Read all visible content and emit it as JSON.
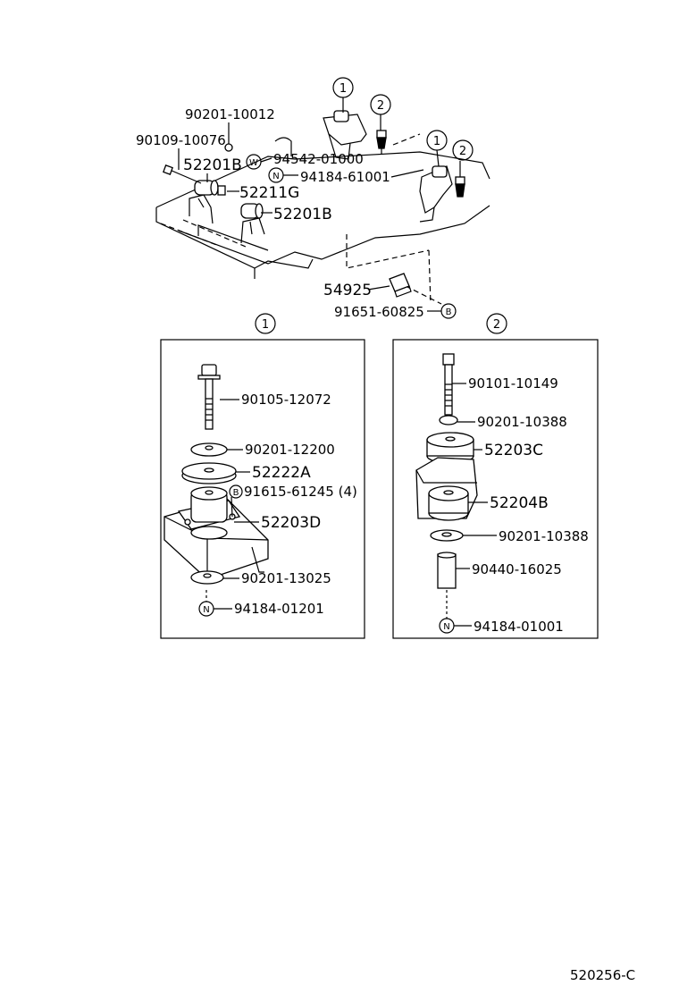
{
  "top": {
    "labels": {
      "p90201_10012": "90201-10012",
      "p90109_10076": "90109-10076",
      "p52201B_a": "52201B",
      "p94542_01000": "94542-01000",
      "p94184_61001": "94184-61001",
      "p52211G": "52211G",
      "p52201B_b": "52201B",
      "p54925": "54925",
      "p91651_60825": "91651-60825"
    },
    "markers": {
      "w": "W",
      "n": "N",
      "b": "B",
      "c1a": "1",
      "c2a": "2",
      "c1b": "1",
      "c2b": "2"
    }
  },
  "panel1": {
    "title": "1",
    "labels": {
      "p90105_12072": "90105-12072",
      "p90201_12200": "90201-12200",
      "p52222A": "52222A",
      "p91615_61245": "91615-61245 (4)",
      "p52203D": "52203D",
      "p90201_13025": "90201-13025",
      "p94184_01201": "94184-01201"
    },
    "markers": {
      "b": "B",
      "n": "N"
    }
  },
  "panel2": {
    "title": "2",
    "labels": {
      "p90101_10149": "90101-10149",
      "p90201_10388_a": "90201-10388",
      "p52203C": "52203C",
      "p52204B": "52204B",
      "p90201_10388_b": "90201-10388",
      "p90440_16025": "90440-16025",
      "p94184_01001": "94184-01001"
    },
    "markers": {
      "n": "N"
    }
  },
  "footer": {
    "code": "520256-C"
  }
}
